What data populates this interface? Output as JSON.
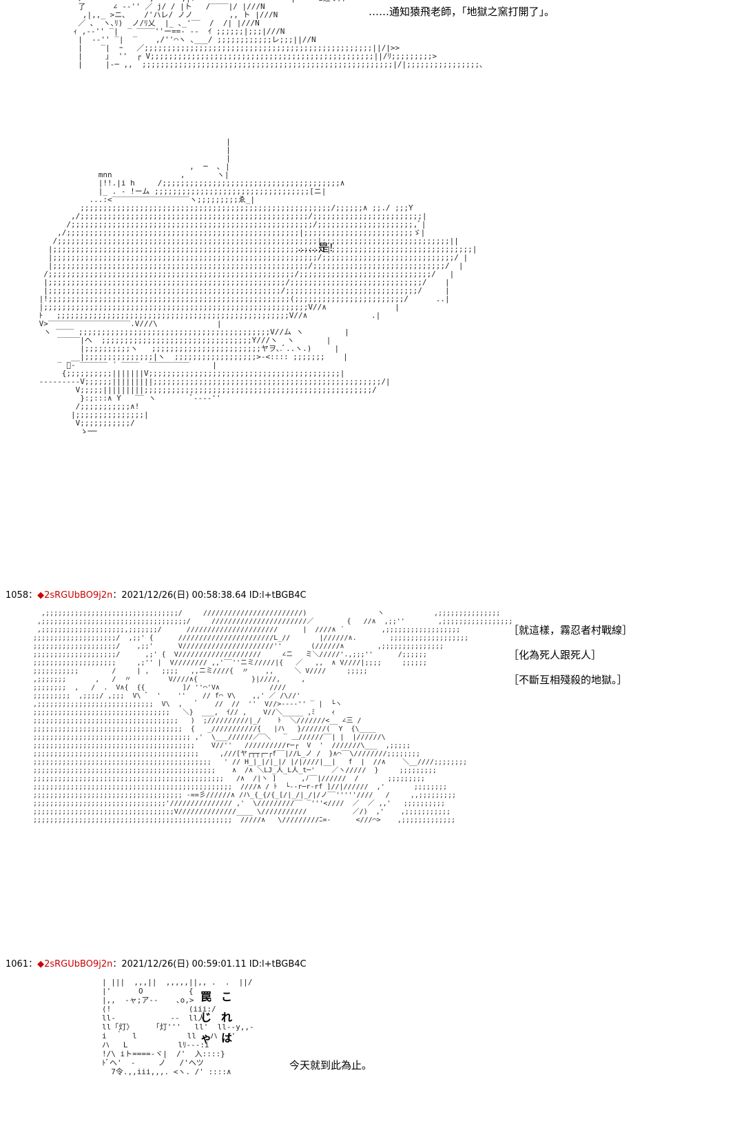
{
  "top_panel": {
    "art": "  ﾌﾞ              ,---'  ,|!--                 ''|   ''i遅リ//\n  了      ∠ -‐'' ／ j/ / |ト   /‾‾‾‾|/ |///N\n   ,|,,_ >ニ､    /'ハレ/ ノノ        ,, ト |///N\n  ／ ､  ヽ､ﾘ)  ノ/ﾘ乂  |_ ､_'‾‾  /  /| |///N\n ｨ ,-‐'' ‾|  ‾ ‾‾‾‾''ー==‐ --  ｲ ;;;;;;|;;;|///N\n  |  -‐'' ‾|  ‾    ,/''⌒ヽ ､___/ ;;;;;;;;;;;;レ;;;||//N\n  |    ‾|  ｰ   ／;;;;;;;;;;;;;;;;;;;;;;;;;;;;;;;;;;;;;;;;;;;;;;;;;;||/|>>\n  |     ｣  ''  ┌ V;;;;;;;;;;;;;;;;;;;;;;;;;;;;;;;;;;;;;;;;;;;;;;;;;||/ﾘ;;;;;;;;;>\n  |     |‐─ ,,  ;;;;;;;;;;;;;;;;;;;;;;;;;;;;;;;;;;;;;;;;;;;;;;;;;;;;;;;|/|;;;;;;;;;;;;;;;;､",
    "text": "……通知猿飛老師，「地獄之窯打開了」。"
  },
  "middle_panel": {
    "art": "                                          |\n                                          |\n                                          |\n                                  ,  ─  ､ |\n              mnn               ,       ヽ|\n              |!!.|i h     /;;;;;;;;;;;;;;;;;;;;;;;;;;;;;;;;;;;;;;;∧\n              |_ . - !ーム ;;;;;;;;;;;;;;;;;;;;;;;;;;;;;;;;;;[ニ|\n            ...:<‾‾‾‾‾‾‾‾‾‾‾‾‾‾‾‾‾ヽ;;;;;;;;;ゑ_|\n          ;;;;;;;;;;;;;;;;;;;;;;;;;;;;;;;;;;;;;;;;;;;;;;;;;;;;;;;/;;;;;;∧ ;;./ ;;;Y\n        ,/;;;;;;;;;;;;;;;;;;;;;;;;;;;;;;;;;;;;;;;;;;;;;;;;;;/;;;;;;;;;;;;;;;;;;;;;;;;|\n       /;;;;;;;;;;;;;;;;;;;;;;;;;;;;;;;;;;;;;;;;;;;;;;;;;;;;;/;;;;;;;;;;;;;;;;;;;;;,ﾞ|\n     ,/;;;;;;;;;;;;;;;;;;;;;;;;;;;;;;;;;;;;;;;;;;;;;;;;;;;|;;;;;;;;;;;;;;;;;;;;;;;;ゞ|\n    /;;;;;;;;;;;;;;;;;;;;;;;;;;;;;;;;;;;;;;;;;;;;;;;;;;;;;;;;;|;;;;;;;;;;;;;;;;;;;;;;;;;;;;||\n   |;;;;;;;;;;;;;;;;;;;;;;;;;;;;;;;;;;;;;;;;;;;;;;;;;;;;;;;;;;;;|;;;;;;;;;;;;;;;;;;;;;;;;;;;;;;;|\n   |;;;;;;;;;;;;;;;;;;;;;;;;;;;;;;;;;;;;;;;;;;;;;;;;;;;;;;;;;;/;;;;;;;;;;;;;;;;;;;;;;;;;;;;;/ |\n   |;;;;;;;;;;;;;;;;;;;;;;;;;;;;;;;;;;;;;;;;;;;;;;;;;;;;;;;;/;;;;;;;;;;;;;;;;;;;;;;;;;;;;;/  |\n  /;;;;;;;;;;;;;;;;;;;;;;;;;;;;;;;;;;;;;;;;;;;;;;;;;;;;;;/;;;;;;;;;;;;;;;;;;;;;;;;;;;;;/   |\n  |;;;;;;;;;;;;;;;;;;;;;;;;;;;;;;;;;;;;;;;;;;;;;;;;;;;;/;;;;;;;;;;;;;;;;;;;;;;;;;;;;;/    |\n  |;;;;;;;;;;;;;;;;;;;;;;;;;;;;;;;;;;;;;;;;;;;;;;;;;;;/;;;;;;;;;;;;;;;;;;;;;;;;;;;;;/     |\n |!;;;;;;;;;;;;;;;;;;;;;;;;;;;;;;;;;;;;;;;;;;;;;;;;;;;;;(;;;;;;;;;;;;;;;;;;;;;;;;/      ..|\n |;;;;;;;;;;;;;;;;;;;;;;;;;;;;;;;;;;;;;;;;;;;;;;;;;;;;;;;;;;V//∧               |\n ﾄ   ;;;;;;;;;;;;;;;;;;;;;;;;;;;;;;;;;;;;;;;;;;;;;;;;;;;V//∧              .|\n V>‾‾‾‾‾‾‾‾‾‾‾‾‾‾‾‾‾‾.V///\\             |\n  ヽ ‾‾‾‾ ;;;;;;;;;;;;;;;;;;;;;;;;;;;;;;;;;;;;;;;;;;V//ム ヽ         |\n     ‾‾‾‾‾|ヘ  ;;;;;;;;;;;;;;;;;;;;;;;;;;;;;;;;;Y///ヽ  ヽ       |\n          |;;;;;;;;;;ヽ   ;;;;;;;;;;;;;;;;;;;;;;;;ヤヲ､.ﾞ..ヽ.)     |\n        __|;;;;;;;;;;;;;;;|ヽ  ;;;;;;;;;;;;;;;;;;>‐<:::: ;;;;;;;    |\n     ‾ ﾞ‐ ‾‾‾‾‾‾ ´ ‾‾‾‾  ‾‾‾‾‾‾‾‾‾     |\n      {;;;;;;;;;;|||||||V;;;;;;;;;;;;;;;;;;;;;;;;;;;;;;;;;;;;;;;;;;|\n ---------V;;;;;;|||||||||;;;;;;;;;;;;;;;;;;;;;;;;;;;;;;;;;;;;;;;;;;;;;;;;;;/|\n         V;;;;;|||||||||;;;;;;;;;;;;;;;;;;;;;;;;;;;;;;;;;;;;;;;;;;;;;;;;;;/\n          }:;:::∧ Y   ‾‾ ヽ        ﾞ‐‐‐‐''\n         /;;;;;;;;;;;∧!\n        |;;;;;;;;;;;;;;;|\n         V;;;;;;;;;;;/\n          ゝ──",
    "text": "……是！"
  },
  "post_1058": {
    "number": "1058",
    "sep": "：",
    "diamond": "◆",
    "trip": "2sRGUbBO9j2n",
    "date": "：2021/12/26(日) 00:58:38.64 ID:l+tBGB4C",
    "art": "  ,;;;;;;;;;;;;;;;;;;;;;;;;;;;;;;;;/     ////////////////////////)                 ヽ            ,;;;;;;;;;;;;;;;\n ,;;;;;;;;;;;;;;;;;;;;;;;;;;;;;;;;;;;/     ///////////////////////／        {   //∧  ,;;''        ,;;;;;;;;;;;;;;;;;\n ,;;;;;;;;;;;;;;;;;;;;,;;;;;;;/      //////////////////////      |  ////∧ ´         ,;;;;;;;;;;;;;;;;;;\n;;;;;;;;;;;;;;;;;;;;/  ,;;' {      ///////////////////////L_//       |//////∧.        ;;;;;;;;;;;;;;;;;;;\n;;;;;;;;;;;;;;;;;;;;/    ,;;'      V//////////////////////''       (//////∧        ,;;;;;;;;;;;;;;;\n;;;;;;;;;;;;;;;;;;;;/      ,;' {  V////////////////////     ∠ニ   ミ＼/////'.,;;;''      /;;;;;;\n;;;;;;;;;;;;;;;;;;;;     ,;'' |  V//////// ,,'‾‾''ニミ/////|{   ／   ,,  ∧ V////|;;;;     ;;;;;;\n;;;;;;;;;;;        /     | ,   ;;;;   ,,ニミ////{  〃    ,,     ＼ V////     ;;;;;\n,;;;;;;;       ,   /  〃         V////∧{             }|////,     ,\n;;;;;;;;  ,   /  .  V∧{  {{         ]/ ''⌒'V∧            ////    \n;;;;;;;;;  ,;;;;/ ,;;;  V\\ ﾞ  '    ''    // f⌒ V\\    ,,' ／ /\\//'\n,;;;;;;;;;;;;;;;;;;;;;;;;;;;;  V\\  ,   ﾞ    //  //  ''  V//>‐‐‐-'' ‾ |  └ヽ\n;;;;;;;;;;;;;;;;;;;;;;;;;;;;;;;;;   ＼}  ___,  ｲ// ,    V//＼_____ ,ﾐ    ｨ\n;;;;;;;;;;;;;;;;;;;;;;;;;;;;;;;;;;;   )  ;//////////|_/    ﾄ  ＼///////<__ ∠三 /\n;;;;;;;;;;;;;;;;;;;;;;;;;;;;;;;;;;;;  {   _///////////{   |ハ   }//////(  Y  {\\____\n;;;;;;;;;;;;;;;;;;;;;;;;;;;;;;;;;;;;;; ,'  \\___//////／‾＼   ‾ ＿//////‾‾| |  |//////\\\n;;;;;;;;;;;;;;;;;;;;;;;;;;;;;;;;;;;;;;;    V//''   //////////r─┌  V  '  ///////\\___  ,;;;;;\n;;;;;;;;;;;;;;;;;;;;;;;;;;;;;;;;;;;;;;;;     ,///[ヤ┌┬┬┌─┌f‾‾|//L_ノ /  }∧⌒‾‾\\////////;;;;;;;;\n;;;;;;;;;;;;;;;;;;;;;;;;;;;;;;;;;;;;;;;;;;;   ' // H_|_|/|_|/ |/|////|__|   f  |  //∧    ＼__////;;;;;;;;\n;;;;;;;;;;;;;;;;;;;;;;;;;;;;;;;;;;;;;;;;;;;;    ∧  /∧ ＼LJ_人_L人_t─'    ／ヽ/////  }     ;;;;;;;;;\n;;;;;;;;;;;;;;;;;;;;;;;;;;;;;;;;;;;;;;;;;;;;;;   /∧  /|ヽ ]      ,ﾉ‾‾|//////  /       ;;;;;;;;;\n;;;;;;;;;;;;;;;;;;;;;;;;;;;;;;;;;;;;;;;;;;;;;;;;  ////∧ / ﾄ  └‐‐r─r‐rf ]//|//////  ,'       ;;;;;;;;\n;;;;;;;;;;;;;;;;;;;;;;;;;;;;;;;;;;;; ‐==彡//////∧ /ハ_{_{/{_[/|_/|_/|/ノ‾‾'''''////   /     ,,;;;;;;;;;\n;;;;;;;;;;;;;;;;;;;;;;;;;;;;;;;;'/////////////// ,'  \\/////////‾‾ ‾'''<////  ／  ／ ,,'   ;;;;;;;;;;\n;;;;;;;;;;;;;;;;;;;;;;;;;;;;;;;;;;V//////////////____ \\///////////           ／/)  ,'    ,;;;;;;;;;;;\n;;;;;;;;;;;;;;;;;;;;;;;;;;;;;;;;;;;;;;;;;;;;;;;;  /////∧   \\/////////ﾆ=‐      <///⌒>    ,;;;;;;;;;;;;;",
    "lines": [
      "［就這樣，霧忍者村戰線］",
      "［化為死人跟死人］",
      "［不斷互相殘殺的地獄。］"
    ]
  },
  "post_1061": {
    "number": "1061",
    "sep": "：",
    "diamond": "◆",
    "trip": "2sRGUbBO9j2n",
    "date": "：2021/12/26(日) 00:59:01.11 ID:l+tBGB4C",
    "art": "| |||  ,,,||  ,,,,,||,, .  .  ||/\n|'      O          {    \n|,,  ‐ャ;ア‐‐    ､o,>\n(!                 (iii:/\nll‐            ‐‐  ll人\nll「灯〉    「灯'''   ll'  ll‐‐y,,‐\ni  ｀  l           ll   ハ  /'\nハ   L           lﾘ‐‐‐:i\n!/\\ iト====‐ヾ|  /'  入::::}\nﾄﾞヘ'  ‐     ノ   /'ヘツ\n  7令.,,iii,,,. <ヽ. /' ::::∧",
    "vertical_columns": [
      "罠じゃ",
      "これは"
    ],
    "text": "今天就到此為止。"
  }
}
